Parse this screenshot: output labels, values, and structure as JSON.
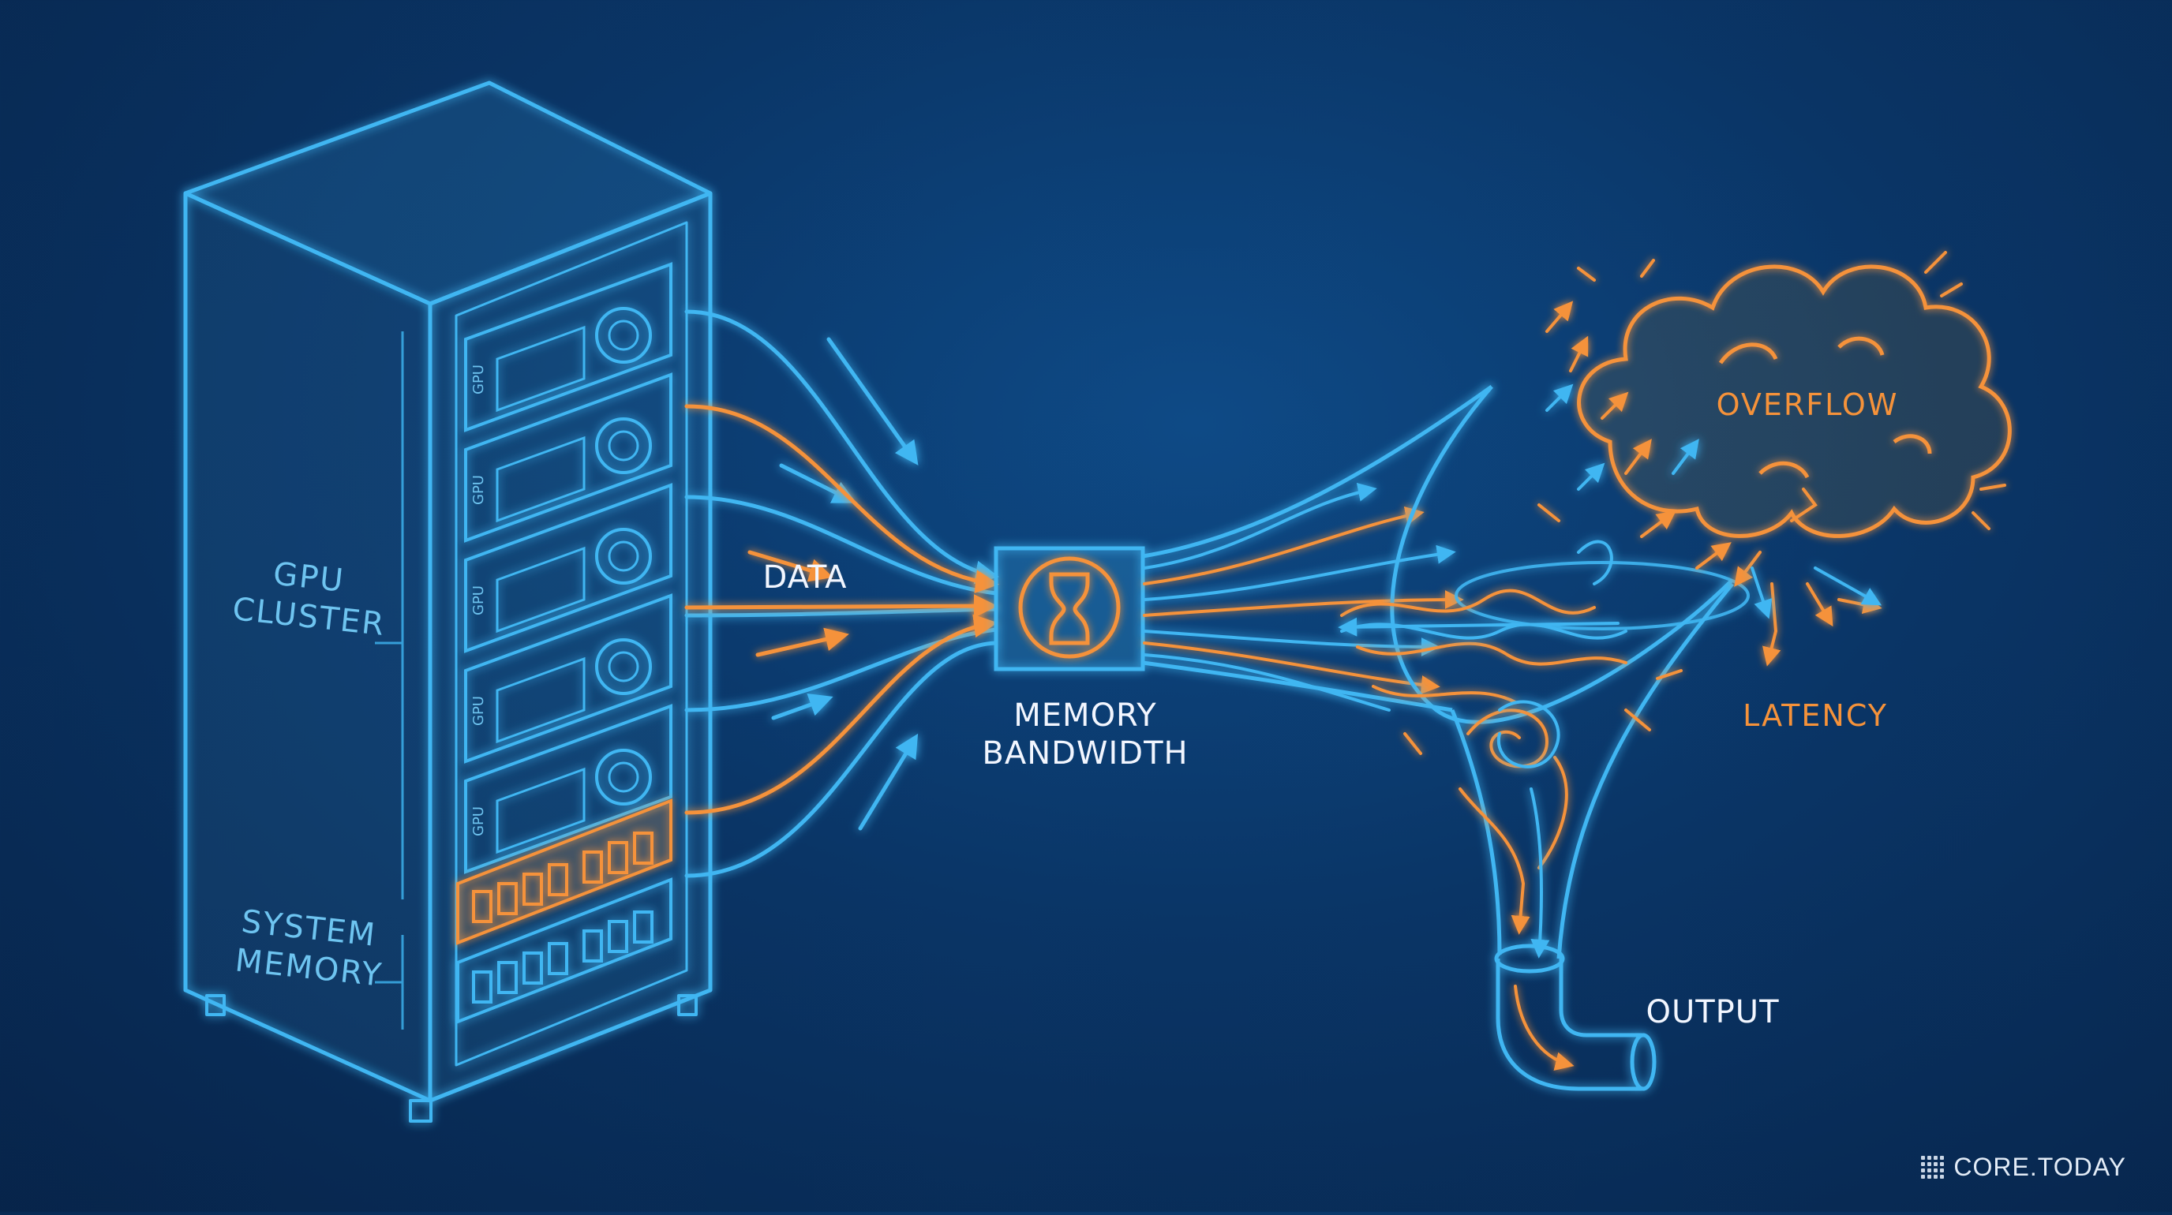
{
  "labels": {
    "gpu_cluster": [
      "GPU",
      "CLUSTER"
    ],
    "system_memory": [
      "SYSTEM",
      "MEMORY"
    ],
    "gpu_card_text": "GPU",
    "data": "DATA",
    "memory_bandwidth": [
      "MEMORY",
      "BANDWIDTH"
    ],
    "overflow": "OVERFLOW",
    "latency": "LATENCY",
    "output": "OUTPUT"
  },
  "brand": {
    "text": "CORE.TODAY"
  },
  "colors": {
    "blue_line": "#3fb6f2",
    "orange_line": "#f5923a",
    "background": "#0a3566",
    "label_white": "#f2f6ff"
  },
  "icons": [
    "hourglass-icon",
    "brand-logo-icon"
  ]
}
